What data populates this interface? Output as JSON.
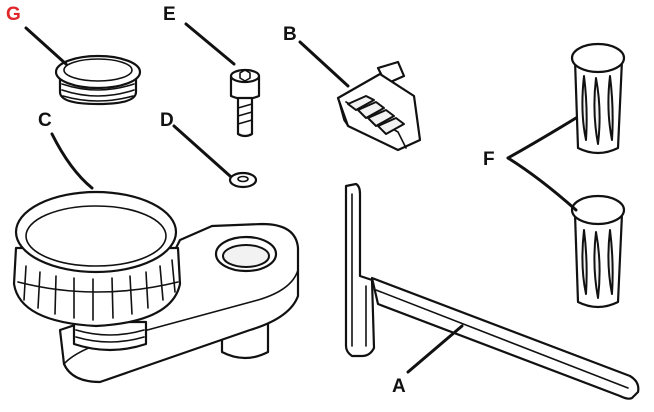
{
  "callouts": {
    "a": "A",
    "b": "B",
    "c": "C",
    "d": "D",
    "e": "E",
    "f": "F",
    "g": "G"
  },
  "colors": {
    "outline": "#111111",
    "fill": "#ffffff",
    "highlight_label": "#e0262b"
  }
}
